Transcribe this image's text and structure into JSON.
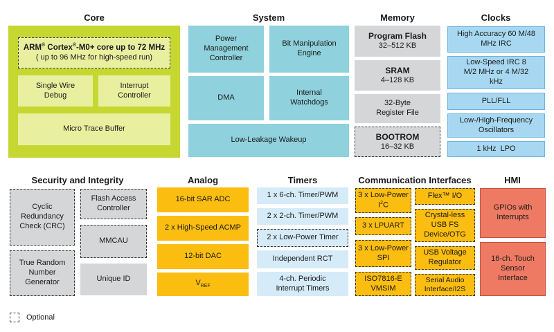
{
  "headers": {
    "core": "Core",
    "system": "System",
    "memory": "Memory",
    "clocks": "Clocks",
    "security": "Security and Integrity",
    "analog": "Analog",
    "timers": "Timers",
    "comm": "Communication Interfaces",
    "hmi": "HMI"
  },
  "core": {
    "arm_a": "ARM",
    "arm_sup1": "®",
    "arm_b": " Cortex",
    "arm_sup2": "®",
    "arm_c": "-M0+ core up to 72 MHz",
    "arm_sub": "( up to 96 MHz for high-speed run)",
    "swd": "Single Wire Debug",
    "intc": "Interrupt Controller",
    "mtb": "Micro Trace Buffer"
  },
  "system": {
    "pmc": "Power Management Controller",
    "bme": "Bit Manipulation Engine",
    "dma": "DMA",
    "wdog": "Internal Watchdogs",
    "llwu": "Low-Leakage Wakeup"
  },
  "memory": {
    "flash_title": "Program Flash",
    "flash_size": "32–512 KB",
    "sram_title": "SRAM",
    "sram_size": "4–128 KB",
    "regfile": "32-Byte Register File",
    "bootrom_title": "BOOTROM",
    "bootrom_size": "16–32 KB"
  },
  "clocks": {
    "hirc": "High Accuracy 60 M/48 MHz IRC",
    "lirc": "Low-Speed IRC 8 M/2 MHz or 4 M/32 kHz",
    "pll": "PLL/FLL",
    "osc": "Low-/High-Frequency Oscillators",
    "lpo": "1 kHz  LPO"
  },
  "security": {
    "crc": "Cyclic Redundancy Check (CRC)",
    "flash_ac": "Flash Access Controller",
    "mmcau": "MMCAU",
    "trng": "True Random Number Generator",
    "uid": "Unique ID"
  },
  "analog": {
    "adc": "16-bit SAR ADC",
    "acmp": "2 x High-Speed ACMP",
    "dac": "12-bit DAC",
    "vref_v": "V",
    "vref_sub": "REF"
  },
  "timers": {
    "t1": "1 x 6-ch. Timer/PWM",
    "t2": "2 x 2-ch. Timer/PWM",
    "t3": "2 x Low-Power Timer",
    "t4": "Independent RCT",
    "t5": "4-ch. Periodic Interrupt Timers"
  },
  "comm": {
    "i2c_a": "3 x Low-Power I",
    "i2c_sup": "2",
    "i2c_b": "C",
    "flexio": "Flex™ I/O",
    "lpuart": "3 x LPUART",
    "usb": "Crystal-less USB FS Device/OTG",
    "spi": "3 x Low-Power SPI",
    "usbreg": "USB Voltage Regulator",
    "iso": "ISO7816-E VMSIM",
    "sai": "Serial Audio Interface/I2S"
  },
  "hmi": {
    "gpio": "GPIOs with Interrupts",
    "tsi": "16-ch. Touch Sensor Interface"
  },
  "legend": {
    "optional": "Optional"
  }
}
